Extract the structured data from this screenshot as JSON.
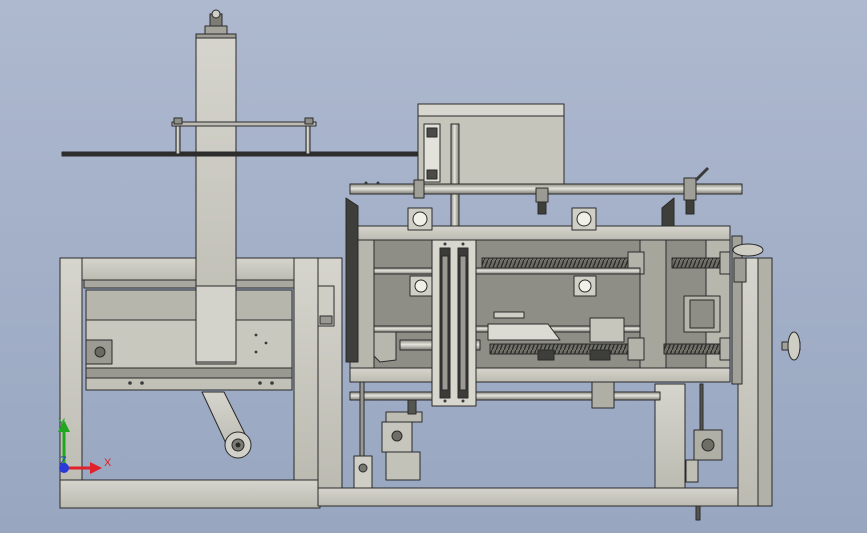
{
  "viewport": {
    "background_top": "#aeb9cf",
    "background_bottom": "#98a6c0"
  },
  "colors": {
    "metal_face": "#c8c7be",
    "metal_light": "#dcdbd3",
    "metal_dark": "#8e8e86",
    "outline": "#2a2a2a",
    "screw_dark": "#3a3a3a",
    "axis_x": "#e0202a",
    "axis_y": "#1fa81f",
    "axis_z": "#2a3ad8"
  },
  "triad": {
    "x_label": "X",
    "y_label": "Y",
    "z_label": "Z"
  }
}
